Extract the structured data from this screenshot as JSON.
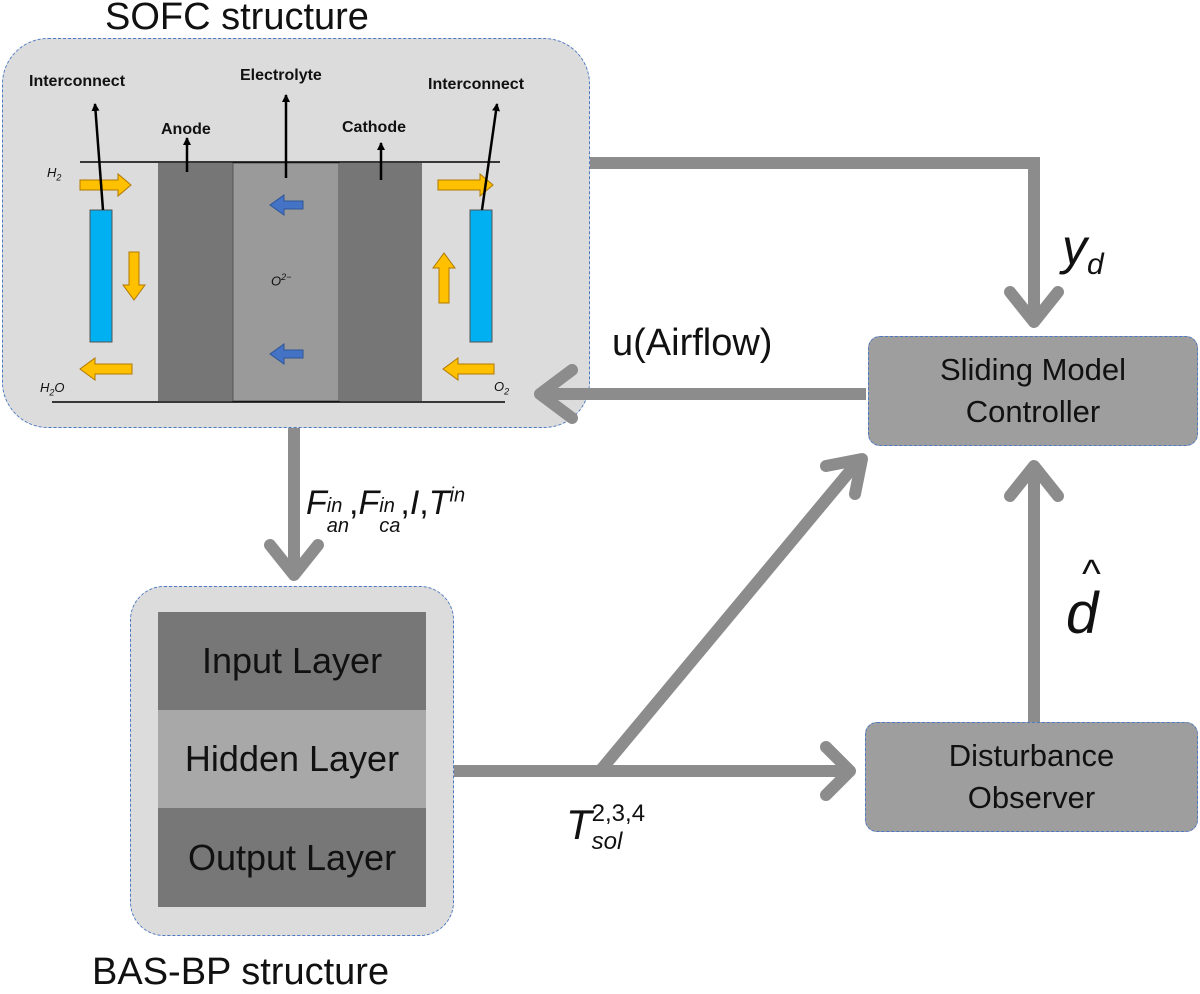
{
  "titles": {
    "sofc": "SOFC structure",
    "bas": "BAS-BP structure"
  },
  "sofc": {
    "interconnect_left": "Interconnect",
    "anode": "Anode",
    "electrolyte": "Electrolyte",
    "cathode": "Cathode",
    "interconnect_right": "Interconnect",
    "h2": "H",
    "h2_sub": "2",
    "h2o": "H",
    "h2o_sub": "2",
    "h2o_tail": "O",
    "o2": "O",
    "o2_sub": "2",
    "oxide": "O",
    "oxide_sup": "2−"
  },
  "nn": {
    "input": "Input Layer",
    "hidden": "Hidden Layer",
    "output": "Output Layer"
  },
  "controller": {
    "line1": "Sliding Model",
    "line2": "Controller"
  },
  "observer": {
    "line1": "Disturbance",
    "line2": "Observer"
  },
  "signals": {
    "u": "u(Airflow)",
    "yd_main": "y",
    "yd_sub": "d",
    "dhat_main": "d",
    "dhat_hat": "^",
    "inputs": {
      "f": "F",
      "an": "an",
      "ca": "ca",
      "in": "in",
      "comma": ",",
      "i": "I",
      "t": "T"
    },
    "tsol_main": "T",
    "tsol_sup": "2,3,4",
    "tsol_sub": "sol"
  },
  "colors": {
    "panel_bg": "#dcdcdc",
    "block_bg": "#9e9e9e",
    "dashed_border": "#4d79c4",
    "arrow_gray": "#8c8c8c",
    "electrode": "#767676",
    "electrolyte": "#9a9a9a",
    "channel_blue": "#00b0f0",
    "flow_orange": "#ffc000",
    "ion_blue": "#4472c4"
  }
}
